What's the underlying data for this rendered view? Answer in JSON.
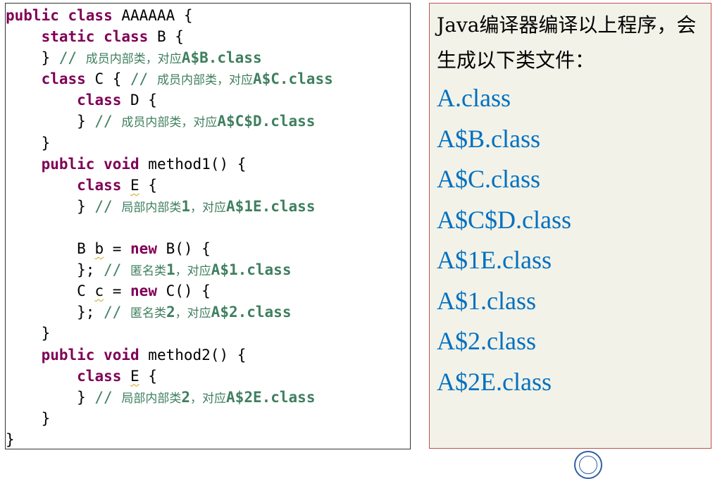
{
  "code": {
    "lines": [
      [
        {
          "t": "public class",
          "c": "kw"
        },
        {
          "t": " AAAAAA {"
        }
      ],
      [
        {
          "t": "    "
        },
        {
          "t": "static class",
          "c": "kw"
        },
        {
          "t": " B {"
        }
      ],
      [
        {
          "t": "    } "
        },
        {
          "t": "// ",
          "c": "cm"
        },
        {
          "t": "成员内部类，对应",
          "c": "cm cm-cn"
        },
        {
          "t": "A$B.class",
          "c": "cm cm-file"
        }
      ],
      [
        {
          "t": "    "
        },
        {
          "t": "class",
          "c": "kw"
        },
        {
          "t": " C { "
        },
        {
          "t": "// ",
          "c": "cm"
        },
        {
          "t": "成员内部类，对应",
          "c": "cm cm-cn"
        },
        {
          "t": "A$C.class",
          "c": "cm cm-file"
        }
      ],
      [
        {
          "t": "        "
        },
        {
          "t": "class",
          "c": "kw"
        },
        {
          "t": " D {"
        }
      ],
      [
        {
          "t": "        } "
        },
        {
          "t": "// ",
          "c": "cm"
        },
        {
          "t": "成员内部类，对应",
          "c": "cm cm-cn"
        },
        {
          "t": "A$C$D.class",
          "c": "cm cm-file"
        }
      ],
      [
        {
          "t": "    }"
        }
      ],
      [
        {
          "t": "    "
        },
        {
          "t": "public void",
          "c": "kw"
        },
        {
          "t": " method1() {"
        }
      ],
      [
        {
          "t": "        "
        },
        {
          "t": "class",
          "c": "kw"
        },
        {
          "t": " "
        },
        {
          "t": "E",
          "c": "sq"
        },
        {
          "t": " {"
        }
      ],
      [
        {
          "t": "        } "
        },
        {
          "t": "// ",
          "c": "cm"
        },
        {
          "t": "局部内部类",
          "c": "cm cm-cn"
        },
        {
          "t": "1",
          "c": "cm cm-file"
        },
        {
          "t": "，对应",
          "c": "cm cm-cn"
        },
        {
          "t": "A$1E.class",
          "c": "cm cm-file"
        }
      ],
      [
        {
          "t": ""
        }
      ],
      [
        {
          "t": "        B "
        },
        {
          "t": "b",
          "c": "sq"
        },
        {
          "t": " = "
        },
        {
          "t": "new",
          "c": "kw"
        },
        {
          "t": " B() {"
        }
      ],
      [
        {
          "t": "        }; "
        },
        {
          "t": "// ",
          "c": "cm"
        },
        {
          "t": "匿名类",
          "c": "cm cm-cn"
        },
        {
          "t": "1",
          "c": "cm cm-file"
        },
        {
          "t": "，对应",
          "c": "cm cm-cn"
        },
        {
          "t": "A$1.class",
          "c": "cm cm-file"
        }
      ],
      [
        {
          "t": "        C "
        },
        {
          "t": "c",
          "c": "sq"
        },
        {
          "t": " = "
        },
        {
          "t": "new",
          "c": "kw"
        },
        {
          "t": " C() {"
        }
      ],
      [
        {
          "t": "        }; "
        },
        {
          "t": "// ",
          "c": "cm"
        },
        {
          "t": "匿名类",
          "c": "cm cm-cn"
        },
        {
          "t": "2",
          "c": "cm cm-file"
        },
        {
          "t": "，对应",
          "c": "cm cm-cn"
        },
        {
          "t": "A$2.class",
          "c": "cm cm-file"
        }
      ],
      [
        {
          "t": "    }"
        }
      ],
      [
        {
          "t": "    "
        },
        {
          "t": "public void",
          "c": "kw"
        },
        {
          "t": " method2() {"
        }
      ],
      [
        {
          "t": "        "
        },
        {
          "t": "class",
          "c": "kw"
        },
        {
          "t": " "
        },
        {
          "t": "E",
          "c": "sq"
        },
        {
          "t": " {"
        }
      ],
      [
        {
          "t": "        } "
        },
        {
          "t": "// ",
          "c": "cm"
        },
        {
          "t": "局部内部类",
          "c": "cm cm-cn"
        },
        {
          "t": "2",
          "c": "cm cm-file"
        },
        {
          "t": "，对应",
          "c": "cm cm-cn"
        },
        {
          "t": "A$2E.class",
          "c": "cm cm-file"
        }
      ],
      [
        {
          "t": "    }"
        }
      ],
      [
        {
          "t": "}"
        }
      ]
    ]
  },
  "output": {
    "description": "Java编译器编译以上程序，会生成以下类文件：",
    "files": [
      "A.class",
      "A$B.class",
      "A$C.class",
      "A$C$D.class",
      "A$1E.class",
      "A$1.class",
      "A$2.class",
      "A$2E.class"
    ]
  },
  "colors": {
    "keyword": "#7f0055",
    "comment": "#3f7f5f",
    "file_text": "#0070c0",
    "output_border": "#c0504d",
    "output_background": "#f2f2e8"
  },
  "icons": {
    "logo": "university-seal-icon"
  }
}
